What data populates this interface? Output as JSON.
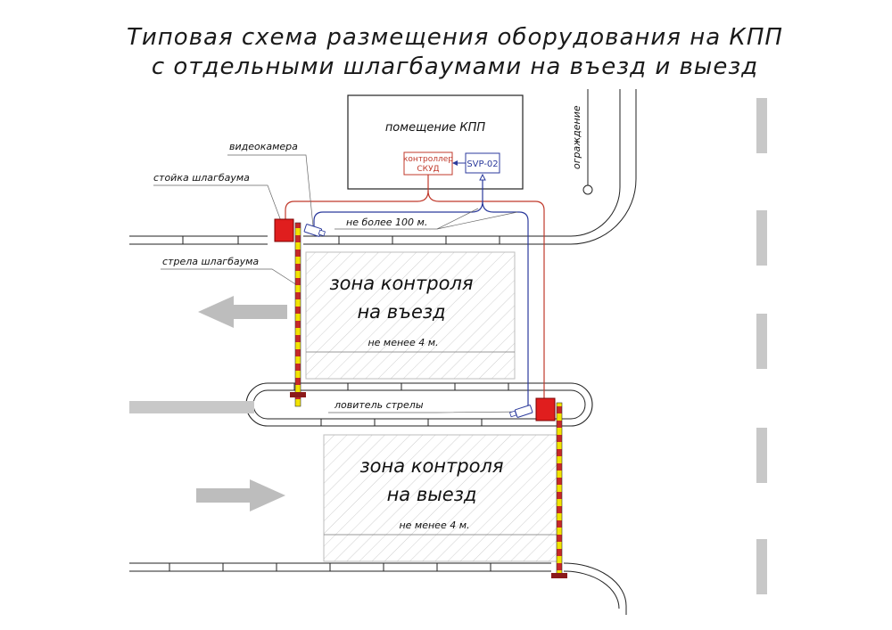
{
  "title": {
    "line1": "Типовая схема размещения оборудования на КПП",
    "line2": "с отдельными шлагбаумами на въезд и выезд"
  },
  "building": {
    "name": "помещение КПП",
    "controller": {
      "line1": "контроллер",
      "line2": "СКУД"
    },
    "converter": "SVP-02"
  },
  "fence_label": "ограждение",
  "labels": {
    "camera": "видеокамера",
    "barrier_post": "стойка шлагбаума",
    "barrier_arm": "стрела шлагбаума",
    "distance_cable": "не более 100 м.",
    "arm_catcher": "ловитель стрелы"
  },
  "zones": {
    "entry": {
      "line1": "зона контроля",
      "line2": "на въезд",
      "size": "не менее 4 м."
    },
    "exit": {
      "line1": "зона контроля",
      "line2": "на выезд",
      "size": "не менее 4 м."
    }
  },
  "colors": {
    "barrier_post": "#e01e1e",
    "arm_yellow": "#f2e300",
    "arm_red": "#c62828",
    "power_cable": "#c0392b",
    "signal_cable": "#2b3a9c",
    "road_marking": "#c8c8c8",
    "arrow": "#bdbdbd",
    "catcher": "#8b1a1a"
  }
}
